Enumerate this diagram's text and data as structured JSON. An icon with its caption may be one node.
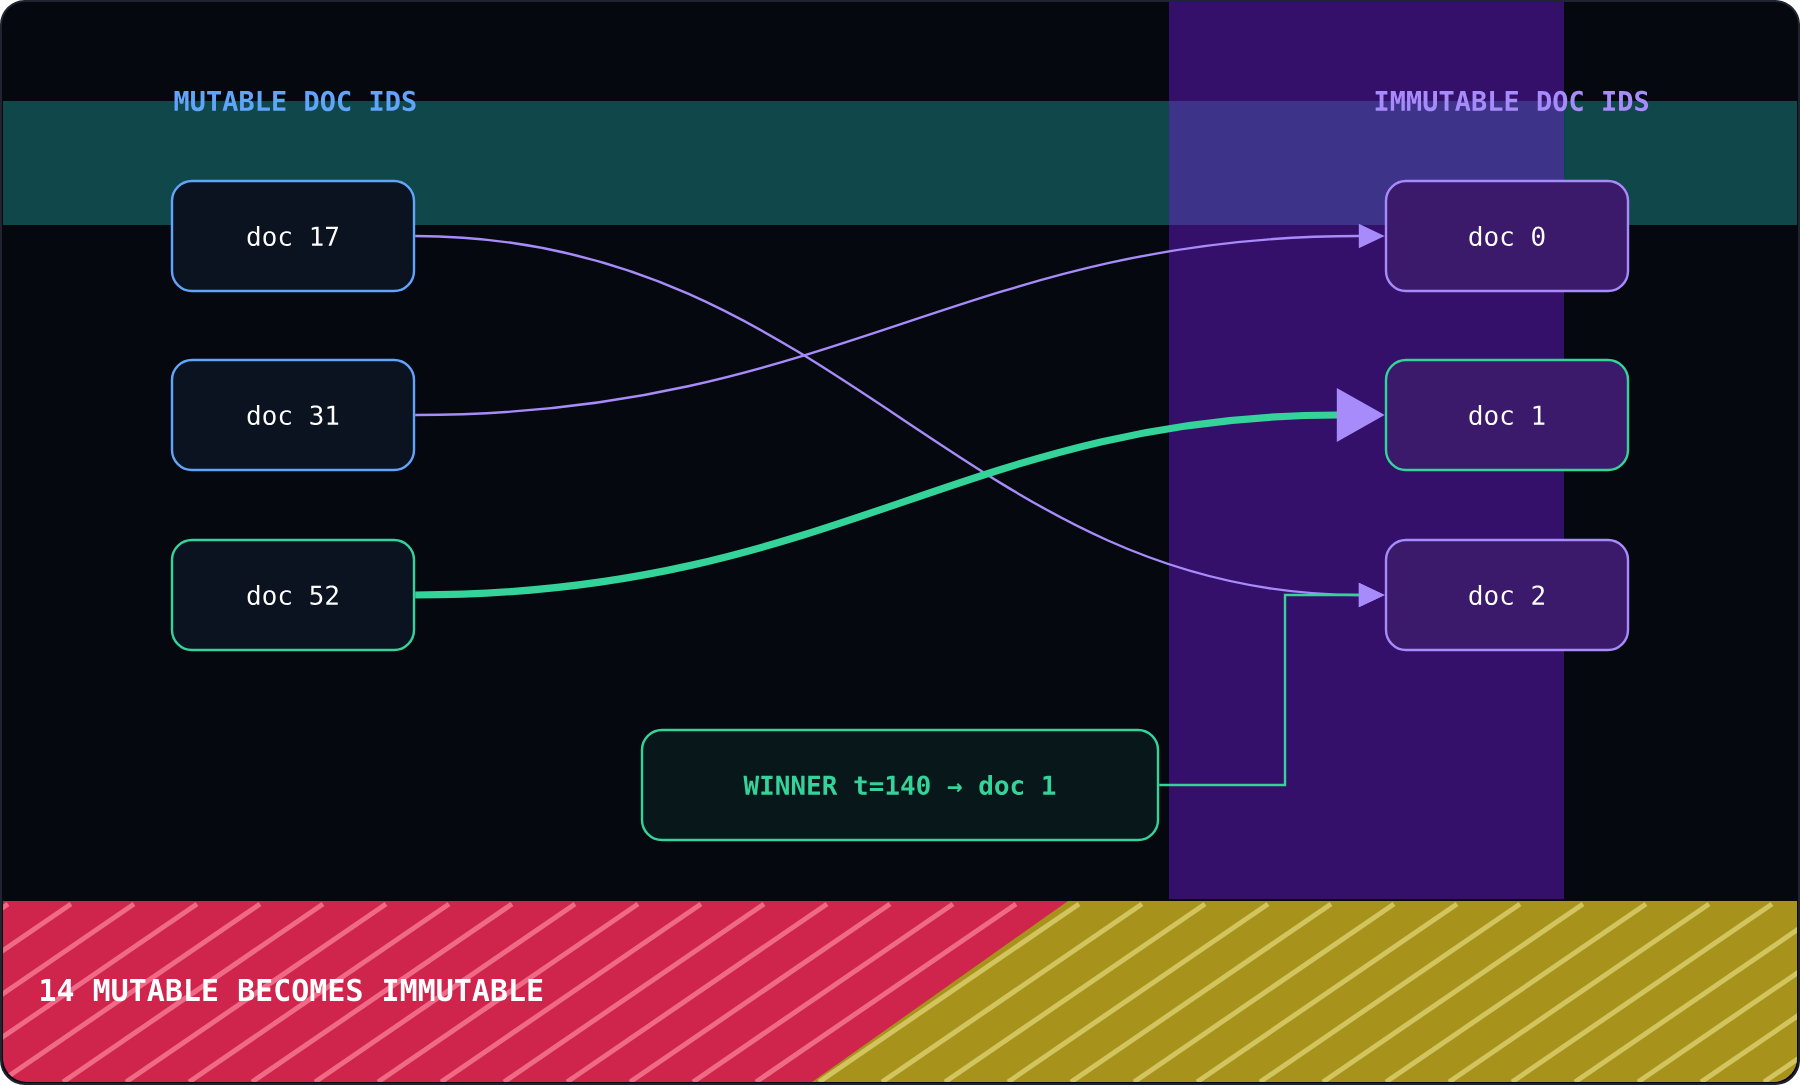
{
  "diagram": {
    "nodes": [
      {
        "text": [
          "doc 17"
        ]
      },
      {
        "text": [
          "doc 31"
        ]
      },
      {
        "text": [
          "doc 52"
        ]
      },
      {
        "text": [
          "doc 0"
        ]
      },
      {
        "text": [
          "doc 1"
        ]
      },
      {
        "text": [
          "doc 2"
        ]
      },
      {
        "text": [
          "WINNER t=140 → doc 1"
        ]
      }
    ],
    "edges": [
      {
        "from": 0,
        "to": 5,
        "arrow": "to"
      },
      {
        "from": 1,
        "to": 3,
        "arrow": "to"
      },
      {
        "from": 2,
        "to": 4,
        "arrow": "to",
        "style": "thick",
        "color": "#34d399"
      },
      {
        "from": 6,
        "to": 5,
        "arrow": "to",
        "color": "#34d399"
      }
    ],
    "labels": [
      "MUTABLE DOC IDS",
      "IMMUTABLE DOC IDS",
      "14 MUTABLE BECOMES IMMUTABLE"
    ]
  }
}
